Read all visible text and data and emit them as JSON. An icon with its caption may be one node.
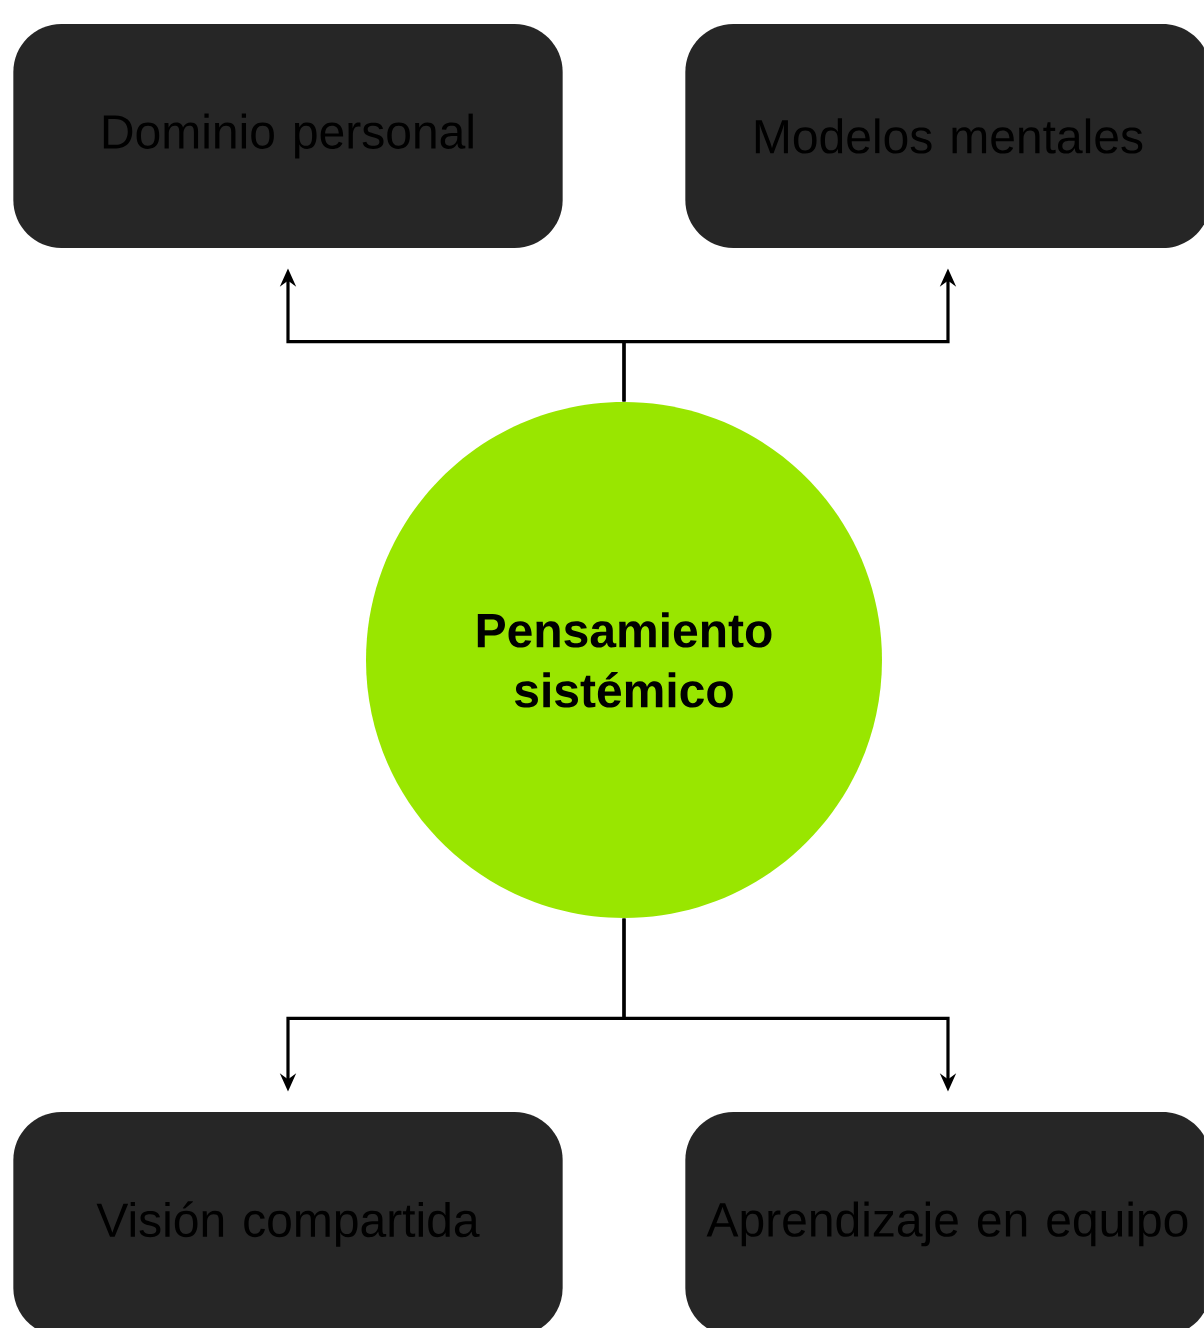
{
  "diagram": {
    "nodes": [
      {
        "text": [
          "Dominio personal"
        ]
      },
      {
        "text": [
          "Modelos mentales"
        ]
      },
      {
        "text": [
          "Pensamiento sistémico"
        ]
      },
      {
        "text": [
          "Visión compartida"
        ]
      },
      {
        "text": [
          "Aprendizaje en equipo"
        ]
      }
    ],
    "edges": [
      {
        "from": 2,
        "to": 0,
        "arrow": "to"
      },
      {
        "from": 2,
        "to": 1,
        "arrow": "to"
      },
      {
        "from": 2,
        "to": 3,
        "arrow": "to"
      },
      {
        "from": 2,
        "to": 4,
        "arrow": "to"
      }
    ]
  }
}
